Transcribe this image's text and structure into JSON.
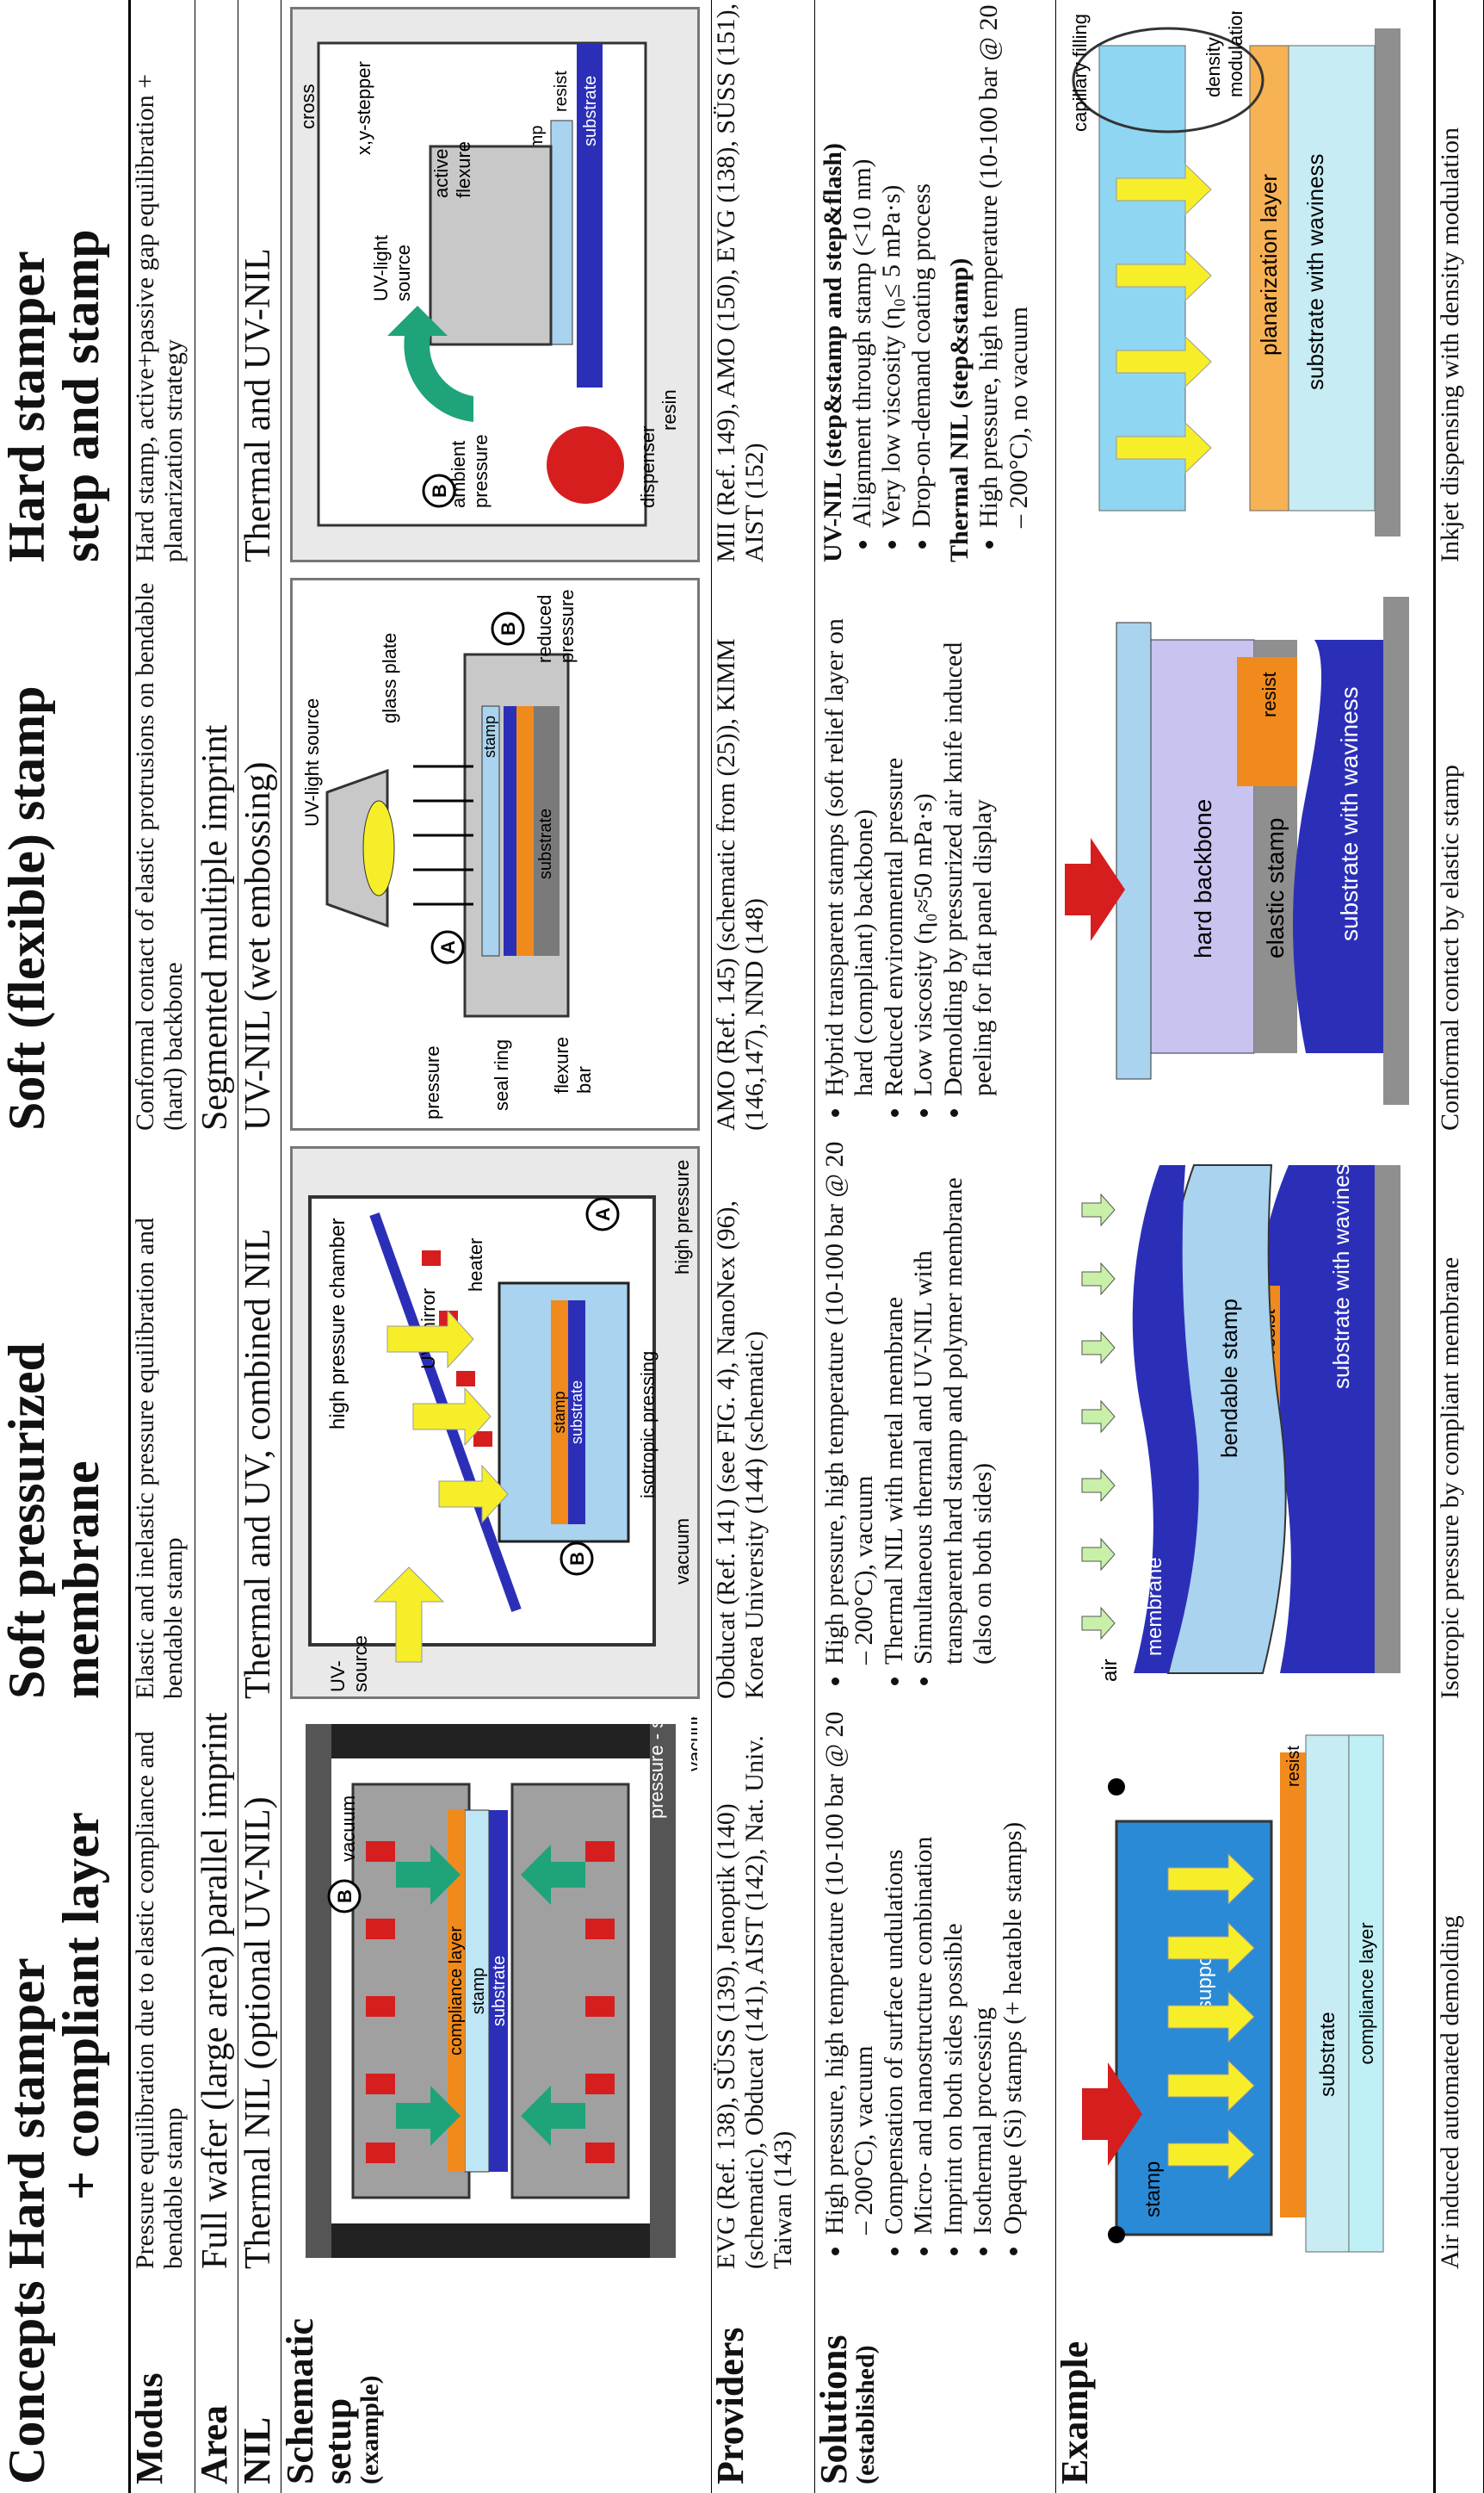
{
  "headers": {
    "concepts": "Concepts",
    "col1_l1": "Hard stamper",
    "col1_l2": "+ compliant layer",
    "col2": "Soft pressurized membrane",
    "col3": "Soft (flexible) stamp",
    "col4_l1": "Hard stamper",
    "col4_l2": "step and stamp"
  },
  "rows": {
    "modus": {
      "label": "Modus",
      "c1": "Pressure equilibration due to elastic compliance and bendable stamp",
      "c2": "Elastic and inelastic pressure equilibration and bendable stamp",
      "c3": "Conformal contact of elastic protrusions on bendable (hard) backbone",
      "c4": "Hard stamp, active+passive gap equilibration + planarization strategy"
    },
    "area": {
      "label": "Area",
      "c12": "Full wafer (large area) parallel imprint",
      "c34": "Segmented multiple imprint"
    },
    "nil": {
      "label": "NIL",
      "c1": "Thermal NIL (optional UV-NIL)",
      "c2": "Thermal and UV, combined NIL",
      "c3": "UV-NIL (wet embossing)",
      "c4": "Thermal and UV-NIL"
    },
    "schematic": {
      "label_l1": "Schematic",
      "label_l2": "setup",
      "label_l3": "(example)"
    },
    "providers": {
      "label": "Providers",
      "c1": "EVG (Ref. 138), SÜSS (139), Jenoptik (140) (schematic), Obducat (141), AIST (142), Nat. Univ. Taiwan (143)",
      "c2": "Obducat (Ref. 141) (see FIG. 4), NanoNex (96), Korea University (144) (schematic)",
      "c3": "AMO (Ref. 145) (schematic from (25)), KIMM (146,147), NND (148)",
      "c4": "MII (Ref. 149), AMO (150), EVG (138), SÜSS (151), AIST (152)"
    },
    "solutions": {
      "label_l1": "Solutions",
      "label_l2": "(established)",
      "c1": [
        "High pressure, high temperature (10-100 bar @ 20 – 200°C), vacuum",
        "Compensation of surface undulations",
        "Micro- and nanostructure combination",
        "Imprint on both sides possible",
        "Isothermal processing",
        "Opaque (Si) stamps (+ heatable stamps)"
      ],
      "c2": [
        "High pressure, high temperature (10-100 bar @ 20 – 200°C), vacuum",
        "Thermal NIL with metal membrane",
        "Simultaneous thermal and UV-NIL with transparent hard stamp and polymer membrane (also on both sides)"
      ],
      "c3": [
        "Hybrid transparent stamps (soft relief layer on hard (compliant) backbone)",
        "Reduced environmental pressure",
        "Low viscosity (η₀≈50 mPa·s)",
        "Demolding by pressurized air knife induced peeling for flat panel display"
      ],
      "c4_head1": "UV-NIL (step&stamp and step&flash)",
      "c4_list1": [
        "Alignment through stamp (<10 nm)",
        "Very low viscosity (η₀≤ 5 mPa·s)",
        "Drop-on-demand coating process"
      ],
      "c4_head2": "Thermal NIL (step&stamp)",
      "c4_list2": [
        "High pressure, high temperature (10-100 bar @ 20 – 200°C), no vacuum"
      ]
    },
    "example": {
      "label": "Example",
      "c1": "Air induced automated demolding",
      "c2": "Isotropic pressure by compliant membrane",
      "c3": "Conformal contact by elastic stamp",
      "c4": "Inkjet dispensing with density modulation"
    }
  },
  "diagram_labels": {
    "s1": {
      "vacuum_top": "vacuum",
      "compliance": "compliance layer",
      "stamp": "stamp",
      "substrate": "substrate",
      "vacuum_bot": "vacuum",
      "screw": "pressure - screw",
      "b": "B"
    },
    "s2": {
      "uv": "UV-",
      "source": "source",
      "chamber": "high pressure chamber",
      "heater": "heater",
      "mirror": "UV-mirror",
      "stamp": "stamp",
      "substrate": "substrate",
      "isotropic": "isotropic pressing",
      "vacuum": "vacuum",
      "highp": "high pressure",
      "a": "A",
      "b": "B"
    },
    "s3": {
      "uvsrc": "UV-light source",
      "glass": "glass plate",
      "pressure": "pressure",
      "seal": "seal ring",
      "flexure": "flexure",
      "bar": "bar",
      "stamp": "stamp",
      "substrate": "substrate",
      "reduced": "reduced",
      "pressure2": "pressure",
      "a": "A",
      "b": "B"
    },
    "s4": {
      "cross": "cross",
      "xy": "x,y-stepper",
      "uvlight": "UV-light",
      "source": "source",
      "active": "active",
      "flexure": "flexure",
      "stamp": "stamp",
      "resist": "resist",
      "substrate": "substrate",
      "ambient": "ambient",
      "pressure": "pressure",
      "dispenser": "dispenser",
      "resin": "resin",
      "b": "B"
    },
    "e1": {
      "stamp": "stamp",
      "support": "support",
      "resist": "resist",
      "substrate": "substrate",
      "compliance": "compliance layer"
    },
    "e2": {
      "air": "air",
      "membrane": "membrane",
      "bendable": "bendable stamp",
      "resist": "resist",
      "substrate": "substrate with waviness"
    },
    "e3": {
      "backbone": "hard backbone",
      "elastic": "elastic stamp",
      "resist": "resist",
      "substrate": "substrate with waviness"
    },
    "e4": {
      "capillary": "capillary filling",
      "density": "density",
      "modulation": "modulation",
      "planar": "planarization layer",
      "substrate": "substrate with waviness"
    }
  },
  "colors": {
    "green_arrow": "#1fa37a",
    "yellow_arrow": "#f7ee2a",
    "red_block": "#d61e1e",
    "substrate_blue": "#2b2fb8",
    "resist_orange": "#f08a1c",
    "stamp_lightblue": "#a9d3ef",
    "gray": "#8f8f8f"
  }
}
